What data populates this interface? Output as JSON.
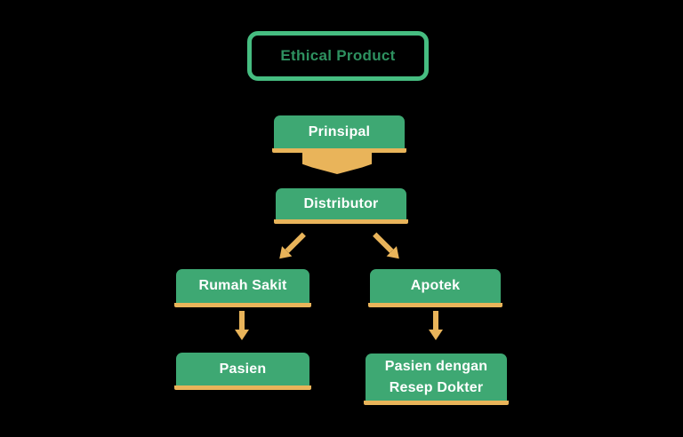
{
  "colors": {
    "background": "#000000",
    "box_green": "#3EA873",
    "outline_green": "#46BD81",
    "title_text_green": "#2E9160",
    "gold": "#E9B45A",
    "box_text": "#FFFFFF"
  },
  "title": {
    "label": "Ethical Product"
  },
  "nodes": [
    {
      "id": "prinsipal",
      "label": "Prinsipal"
    },
    {
      "id": "distributor",
      "label": "Distributor"
    },
    {
      "id": "rumah-sakit",
      "label": "Rumah Sakit"
    },
    {
      "id": "apotek",
      "label": "Apotek"
    },
    {
      "id": "pasien",
      "label": "Pasien"
    },
    {
      "id": "pasien-resep-dokter",
      "label": "Pasien dengan Resep Dokter"
    }
  ],
  "edges": [
    {
      "from": "Prinsipal",
      "to": "Distributor",
      "style": "banner-chevron"
    },
    {
      "from": "Distributor",
      "to": "Rumah Sakit",
      "style": "diagonal-arrow"
    },
    {
      "from": "Distributor",
      "to": "Apotek",
      "style": "diagonal-arrow"
    },
    {
      "from": "Rumah Sakit",
      "to": "Pasien",
      "style": "straight-arrow"
    },
    {
      "from": "Apotek",
      "to": "Pasien dengan Resep Dokter",
      "style": "straight-arrow"
    }
  ]
}
